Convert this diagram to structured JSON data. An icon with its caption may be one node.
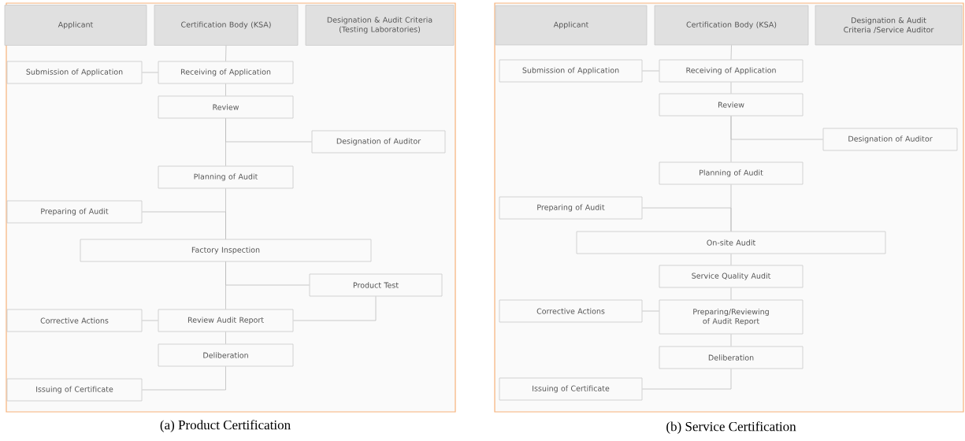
{
  "diagram": {
    "nodes": [
      {
        "text": [
          "Applicant"
        ]
      },
      {
        "text": [
          "Certification Body (KSA)"
        ]
      },
      {
        "text": [
          "Designation & Audit Criteria (Testing Laboratories)"
        ]
      },
      {
        "text": [
          "Submission of Application"
        ]
      },
      {
        "text": [
          "Receiving of Application"
        ]
      },
      {
        "text": [
          "Review"
        ]
      },
      {
        "text": [
          "Designation of Auditor"
        ]
      },
      {
        "text": [
          "Planning of Audit"
        ]
      },
      {
        "text": [
          "Preparing of Audit"
        ]
      },
      {
        "text": [
          "Factory Inspection"
        ]
      },
      {
        "text": [
          "Product Test"
        ]
      },
      {
        "text": [
          "Corrective Actions"
        ]
      },
      {
        "text": [
          "Review Audit Report"
        ]
      },
      {
        "text": [
          "Deliberation"
        ]
      },
      {
        "text": [
          "Issuing of Certificate"
        ]
      },
      {
        "text": [
          "Applicant"
        ]
      },
      {
        "text": [
          "Certification Body (KSA)"
        ]
      },
      {
        "text": [
          "Designation & Audit Criteria /Service Auditor"
        ]
      },
      {
        "text": [
          "Submission of Application"
        ]
      },
      {
        "text": [
          "Receiving of Application"
        ]
      },
      {
        "text": [
          "Review"
        ]
      },
      {
        "text": [
          "Designation of Auditor"
        ]
      },
      {
        "text": [
          "Planning of Audit"
        ]
      },
      {
        "text": [
          "Preparing of Audit"
        ]
      },
      {
        "text": [
          "On-site Audit"
        ]
      },
      {
        "text": [
          "Service Quality Audit"
        ]
      },
      {
        "text": [
          "Corrective Actions"
        ]
      },
      {
        "text": [
          "Preparing/Reviewing of Audit Report"
        ]
      },
      {
        "text": [
          "Deliberation"
        ]
      },
      {
        "text": [
          "Issuing of Certificate"
        ]
      }
    ],
    "edges": [
      {
        "from": 1,
        "to": 4,
        "arrow": "none"
      },
      {
        "from": 3,
        "to": 4,
        "arrow": "none"
      },
      {
        "from": 4,
        "to": 5,
        "arrow": "none"
      },
      {
        "from": 5,
        "to": 7,
        "arrow": "none"
      },
      {
        "from": 5,
        "to": 6,
        "arrow": "none"
      },
      {
        "from": 7,
        "to": 9,
        "arrow": "none"
      },
      {
        "from": 8,
        "to": 9,
        "arrow": "none"
      },
      {
        "from": 9,
        "to": 12,
        "arrow": "none"
      },
      {
        "from": 9,
        "to": 10,
        "arrow": "none"
      },
      {
        "from": 10,
        "to": 12,
        "arrow": "none"
      },
      {
        "from": 11,
        "to": 12,
        "arrow": "none"
      },
      {
        "from": 12,
        "to": 13,
        "arrow": "none"
      },
      {
        "from": 13,
        "to": 14,
        "arrow": "none"
      },
      {
        "from": 16,
        "to": 19,
        "arrow": "none"
      },
      {
        "from": 18,
        "to": 19,
        "arrow": "none"
      },
      {
        "from": 19,
        "to": 20,
        "arrow": "none"
      },
      {
        "from": 20,
        "to": 22,
        "arrow": "none"
      },
      {
        "from": 20,
        "to": 21,
        "arrow": "none"
      },
      {
        "from": 22,
        "to": 24,
        "arrow": "none"
      },
      {
        "from": 23,
        "to": 24,
        "arrow": "none"
      },
      {
        "from": 24,
        "to": 25,
        "arrow": "none"
      },
      {
        "from": 25,
        "to": 27,
        "arrow": "none"
      },
      {
        "from": 26,
        "to": 27,
        "arrow": "none"
      },
      {
        "from": 27,
        "to": 28,
        "arrow": "none"
      },
      {
        "from": 28,
        "to": 29,
        "arrow": "none"
      }
    ],
    "labels": [
      "(a) Product Certification",
      "(b) Service Certification"
    ]
  }
}
